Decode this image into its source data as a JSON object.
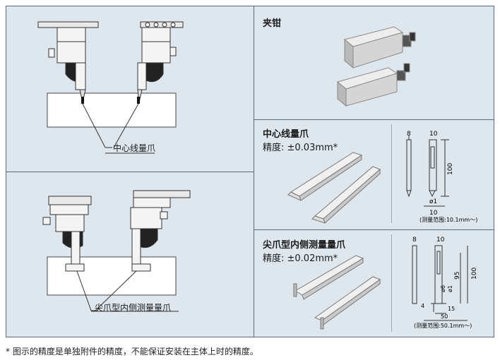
{
  "left_top": {
    "callout": "中心线量爪"
  },
  "left_bottom": {
    "callout": "尖爪型内侧测量量爪"
  },
  "clamp": {
    "title": "夹钳"
  },
  "center_jaw": {
    "title": "中心线量爪",
    "accuracy": "精度: ±0.03mm*",
    "dims": {
      "w1": "8",
      "w2": "10",
      "h": "100",
      "d": "ø1",
      "b": "10"
    },
    "range": "(测量范围:10.1mm～)"
  },
  "pointed_jaw": {
    "title": "尖爪型内侧测量量爪",
    "accuracy": "精度: ±0.02mm*",
    "dims": {
      "w1": "8",
      "w2": "10",
      "h1": "95",
      "h2": "100",
      "d": "ø1",
      "t": "ø6",
      "s": "4",
      "c": "15",
      "b": "50"
    },
    "range": "(测量范围:50.1mm～)"
  },
  "footnote": "* 图示的精度是单独附件的精度，不能保证安装在主体上时的精度。"
}
